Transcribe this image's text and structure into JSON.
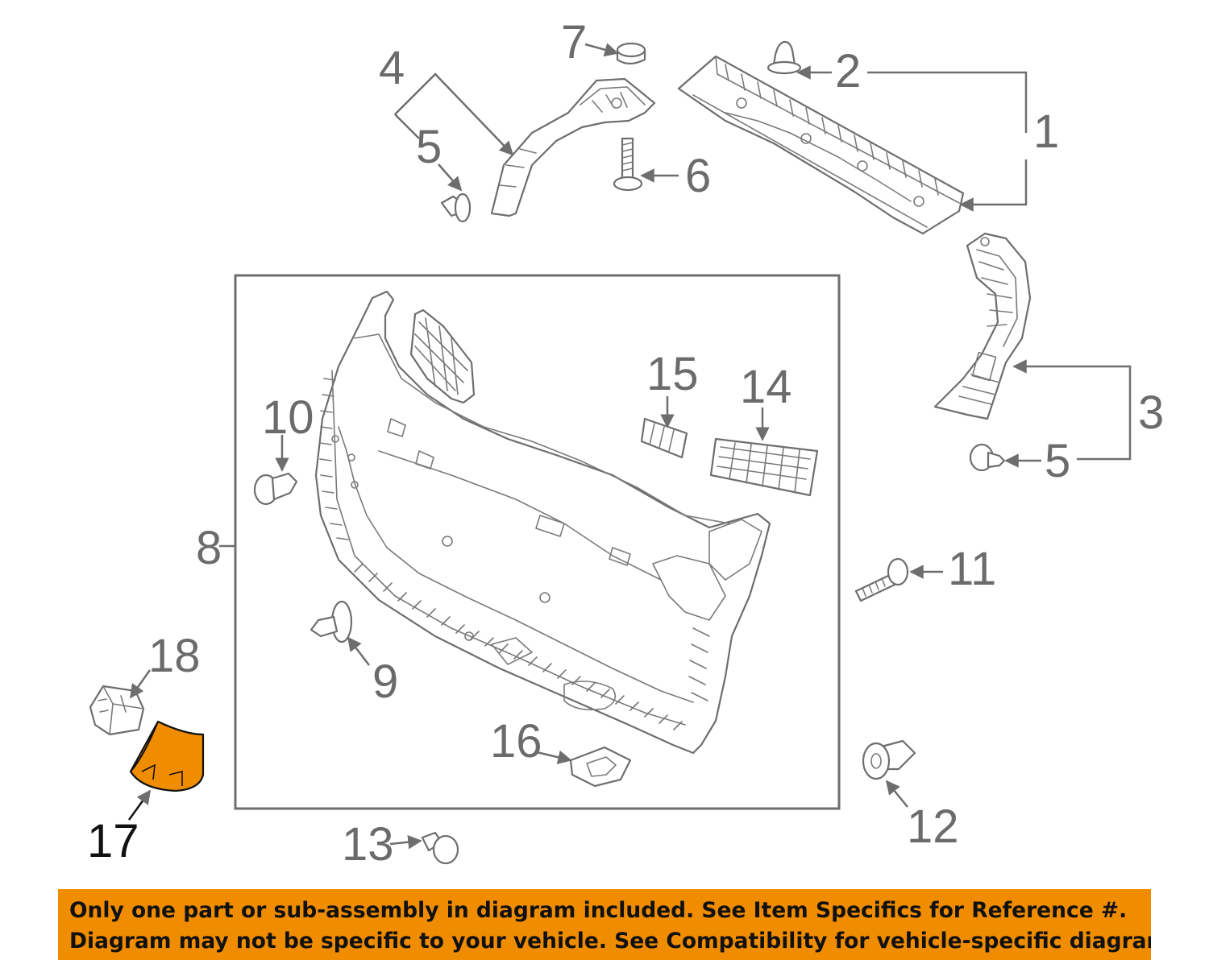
{
  "diagram": {
    "highlight_color": "#f08c00",
    "line_color": "#6e6e6e",
    "callouts": [
      {
        "id": "1",
        "label": "1"
      },
      {
        "id": "2",
        "label": "2"
      },
      {
        "id": "3",
        "label": "3"
      },
      {
        "id": "4",
        "label": "4"
      },
      {
        "id": "5a",
        "label": "5"
      },
      {
        "id": "5b",
        "label": "5"
      },
      {
        "id": "6",
        "label": "6"
      },
      {
        "id": "7",
        "label": "7"
      },
      {
        "id": "8",
        "label": "8"
      },
      {
        "id": "9",
        "label": "9"
      },
      {
        "id": "10",
        "label": "10"
      },
      {
        "id": "11",
        "label": "11"
      },
      {
        "id": "12",
        "label": "12"
      },
      {
        "id": "13",
        "label": "13"
      },
      {
        "id": "14",
        "label": "14"
      },
      {
        "id": "15",
        "label": "15"
      },
      {
        "id": "16",
        "label": "16"
      },
      {
        "id": "17",
        "label": "17"
      },
      {
        "id": "18",
        "label": "18"
      }
    ]
  },
  "notice": {
    "background": "#f08c00",
    "line1": "Only one part or sub-assembly in diagram included. See Item Specifics for Reference #.",
    "line2": "Diagram may not be specific to your vehicle. See Compatibility for vehicle-specific diagrams."
  }
}
